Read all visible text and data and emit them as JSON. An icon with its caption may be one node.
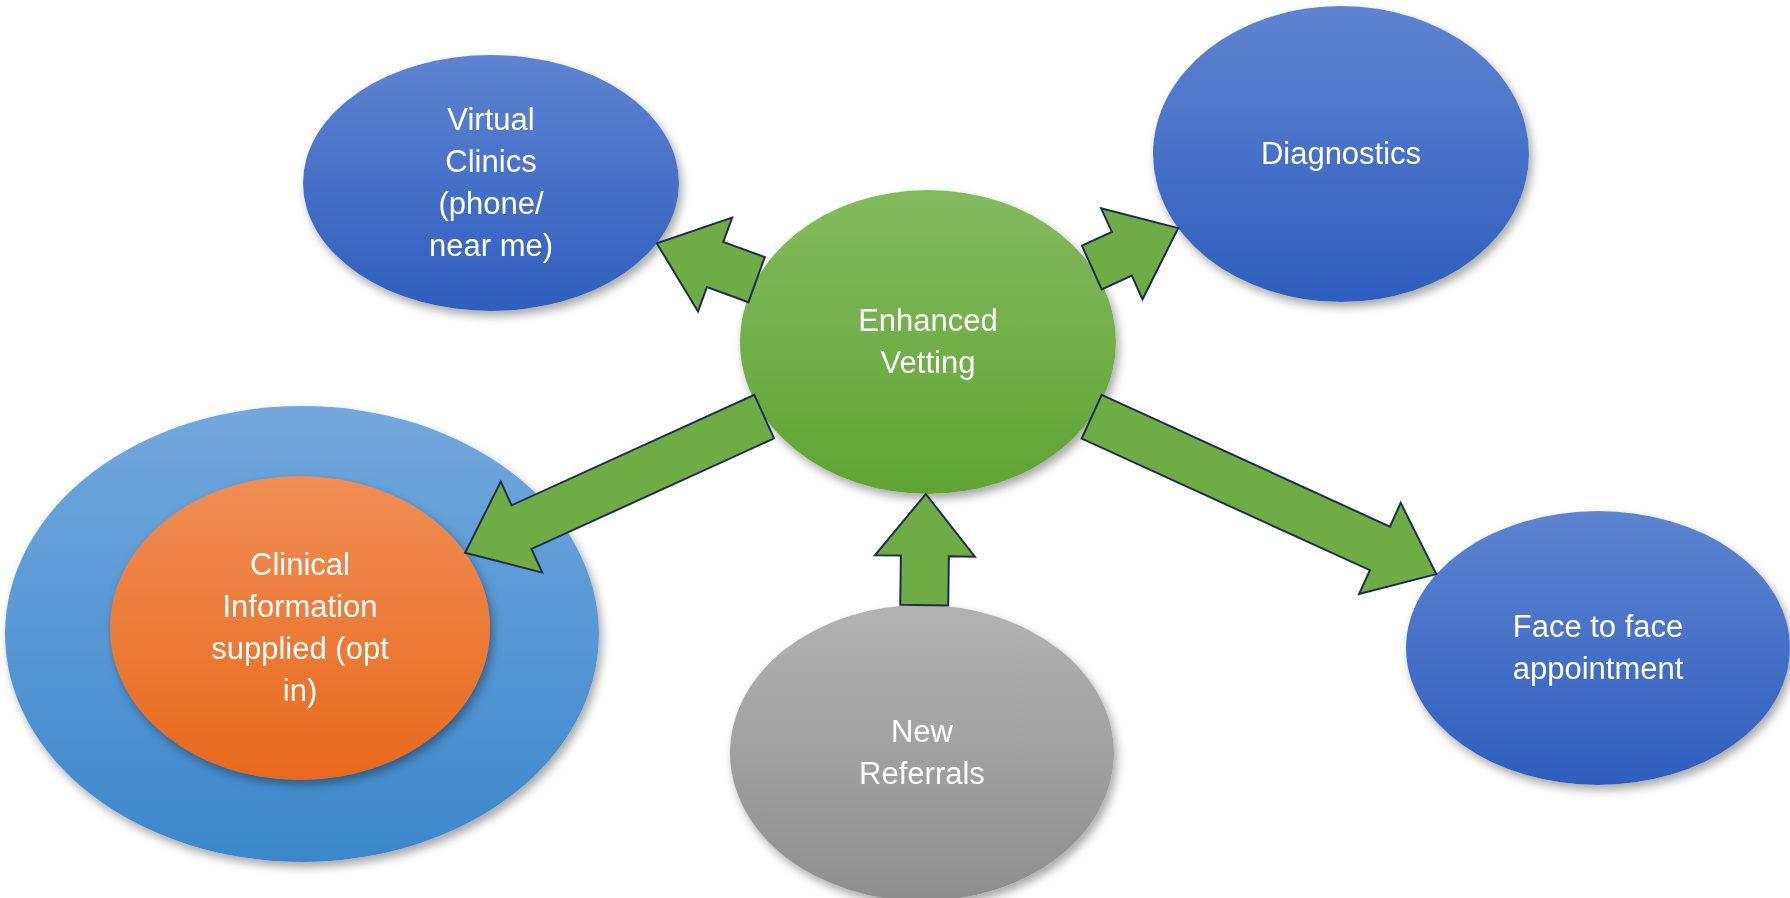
{
  "diagram": {
    "nodes": [
      {
        "text": [
          "Virtual Clinics (phone/ near me)"
        ]
      },
      {
        "text": [
          "Diagnostics"
        ]
      },
      {
        "text": [
          "Enhanced Vetting"
        ]
      },
      {
        "text": [],
        "shape": "ellipse"
      },
      {
        "text": [
          "Clinical Information supplied (opt in)"
        ],
        "in": 3
      },
      {
        "text": [
          "New Referrals"
        ]
      },
      {
        "text": [
          "Face to face appointment"
        ]
      }
    ],
    "edges": [
      {
        "from": 2,
        "to": 0,
        "arrow": "to"
      },
      {
        "from": 2,
        "to": 1,
        "arrow": "to"
      },
      {
        "from": 2,
        "to": 4,
        "arrow": "to"
      },
      {
        "from": 2,
        "to": 6,
        "arrow": "to"
      },
      {
        "from": 5,
        "to": 2,
        "arrow": "to"
      }
    ]
  }
}
